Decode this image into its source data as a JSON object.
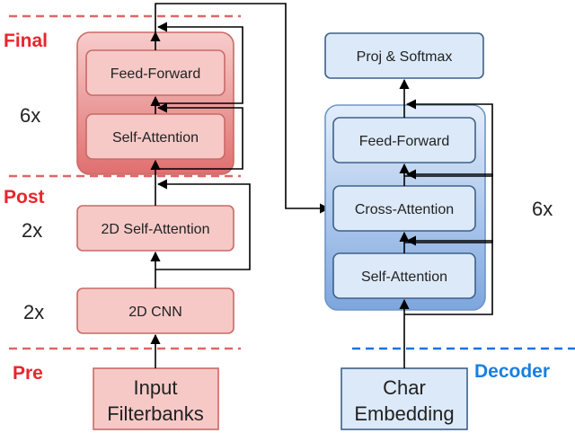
{
  "colors": {
    "encoder_fill": "#f6c9c7",
    "encoder_stroke": "#c96a66",
    "encoder_stack_top": "#f8cccc",
    "encoder_stack_bottom": "#e06f6f",
    "decoder_fill": "#dce9f8",
    "decoder_stroke": "#3f6089",
    "decoder_stack_top": "#e3eefb",
    "decoder_stack_bottom": "#7da6de",
    "encoder_divider": "#e06666",
    "decoder_divider": "#1a73e8"
  },
  "encoder": {
    "stages": {
      "final": "Final",
      "post": "Post",
      "pre": "Pre"
    },
    "repeats": {
      "block": "6x",
      "attention2d": "2x",
      "cnn2d": "2x"
    },
    "labels": {
      "feed_forward": "Feed-Forward",
      "self_attention": "Self-Attention",
      "attention2d": "2D Self-Attention",
      "cnn2d": "2D CNN",
      "input_line1": "Input",
      "input_line2": "Filterbanks"
    }
  },
  "decoder": {
    "stage": "Decoder",
    "repeat": "6x",
    "labels": {
      "proj": "Proj & Softmax",
      "feed_forward": "Feed-Forward",
      "cross_attention": "Cross-Attention",
      "self_attention": "Self-Attention",
      "char_line1": "Char",
      "char_line2": "Embedding"
    }
  }
}
